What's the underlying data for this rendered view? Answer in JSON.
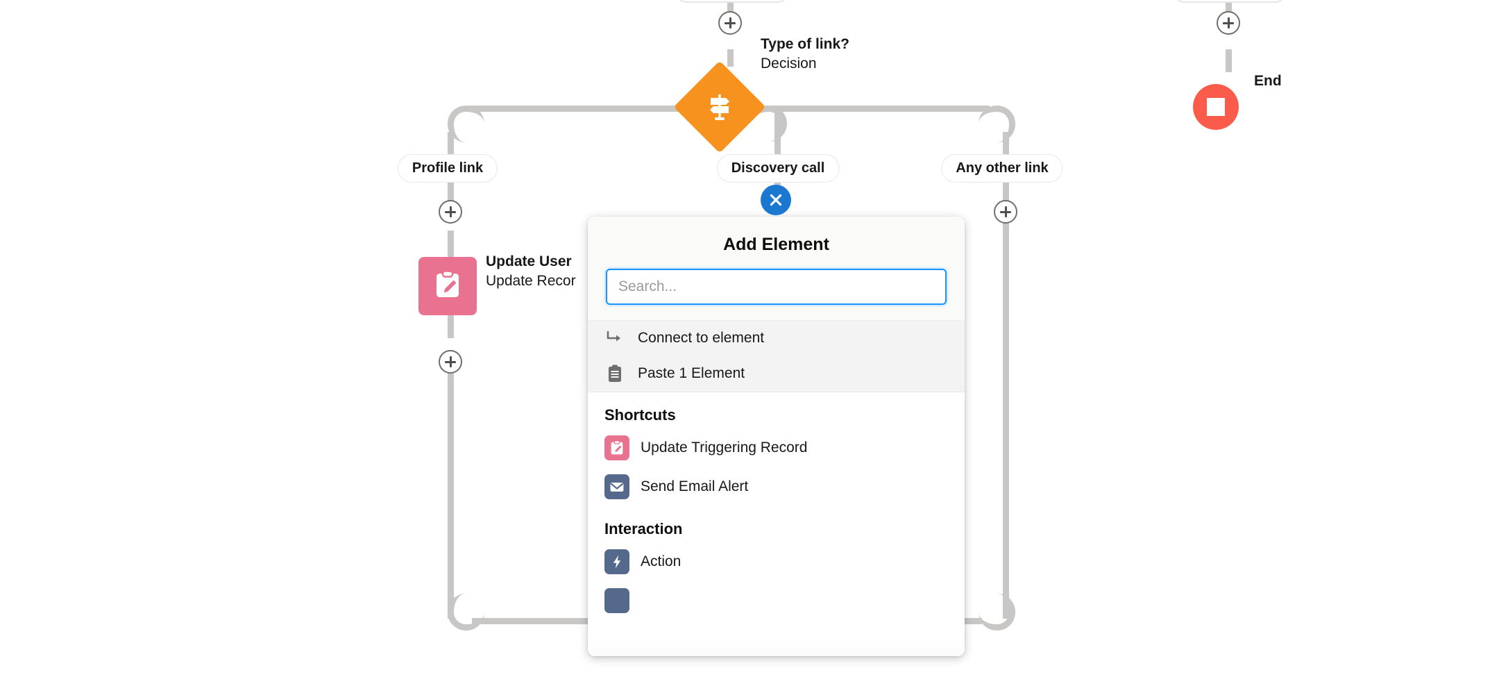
{
  "canvas": {
    "decision_node": {
      "name": "Type of link?",
      "type": "Decision",
      "icon": "signpost-icon",
      "color": "#F7921E"
    },
    "end_node": {
      "label": "End",
      "icon": "stop-square-icon",
      "color": "#FB5B4B"
    },
    "record_node": {
      "title": "Update User",
      "subtitle": "Update Recor",
      "icon": "update-record-icon",
      "color": "#E8728F"
    },
    "branches": [
      {
        "label": "Profile link"
      },
      {
        "label": "Discovery call"
      },
      {
        "label": "Any other link"
      }
    ],
    "add_buttons": [
      {
        "name": "add-above-decision"
      },
      {
        "name": "add-above-end"
      },
      {
        "name": "add-branch-profile-link"
      },
      {
        "name": "add-branch-any-other-link"
      },
      {
        "name": "add-below-update-user"
      }
    ]
  },
  "panel": {
    "title": "Add Element",
    "close_icon": "close-icon",
    "search": {
      "value": "",
      "placeholder": "Search..."
    },
    "quick_actions": [
      {
        "label": "Connect to element",
        "icon": "connect-arrow-icon"
      },
      {
        "label": "Paste 1 Element",
        "icon": "clipboard-icon"
      }
    ],
    "sections": [
      {
        "heading": "Shortcuts",
        "items": [
          {
            "label": "Update Triggering Record",
            "icon": "update-record-icon",
            "color": "#E8728F"
          },
          {
            "label": "Send Email Alert",
            "icon": "envelope-icon",
            "color": "#55698D"
          }
        ]
      },
      {
        "heading": "Interaction",
        "items": [
          {
            "label": "Action",
            "icon": "lightning-bolt-icon",
            "color": "#55698D"
          }
        ]
      }
    ]
  }
}
